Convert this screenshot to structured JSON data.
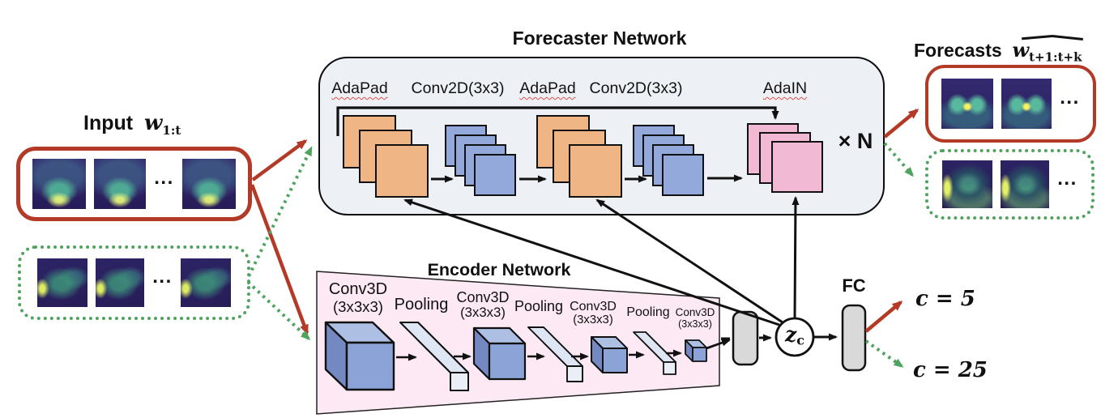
{
  "input_panel": {
    "label": "Input",
    "symbol": "w",
    "subscript": "1:t"
  },
  "forecasts_panel": {
    "label": "Forecasts",
    "symbol": "w",
    "subscript": "t+1:t+k"
  },
  "forecaster": {
    "title": "Forecaster Network",
    "blocks": [
      {
        "label": "AdaPad"
      },
      {
        "label": "Conv2D(3x3)"
      },
      {
        "label": "AdaPad"
      },
      {
        "label": "Conv2D(3x3)"
      },
      {
        "label": "AdaIN"
      }
    ],
    "repeat_label": "× N"
  },
  "encoder": {
    "title": "Encoder Network",
    "layers": [
      {
        "name": "Conv3D",
        "kernel": "(3x3x3)"
      },
      {
        "name": "Pooling",
        "kernel": ""
      },
      {
        "name": "Conv3D",
        "kernel": "(3x3x3)"
      },
      {
        "name": "Pooling",
        "kernel": ""
      },
      {
        "name": "Conv3D",
        "kernel": "(3x3x3)"
      },
      {
        "name": "Pooling",
        "kernel": ""
      },
      {
        "name": "Conv3D",
        "kernel": "(3x3x3)"
      }
    ]
  },
  "latent": {
    "symbol": "z",
    "subscript": "c"
  },
  "fc": {
    "label": "FC"
  },
  "outputs": {
    "red_label": "c = 5",
    "green_label": "c = 25"
  },
  "ellipsis": "...",
  "colors": {
    "red": "#b23a27",
    "green": "#4fa35f",
    "orange_block": "#f0b585",
    "blue_block": "#93a8db",
    "pink_block": "#f2b9d4",
    "forecaster_bg": "#edf1f6",
    "encoder_bg": "#fce9f3",
    "gray_block": "#d9d9d9"
  }
}
